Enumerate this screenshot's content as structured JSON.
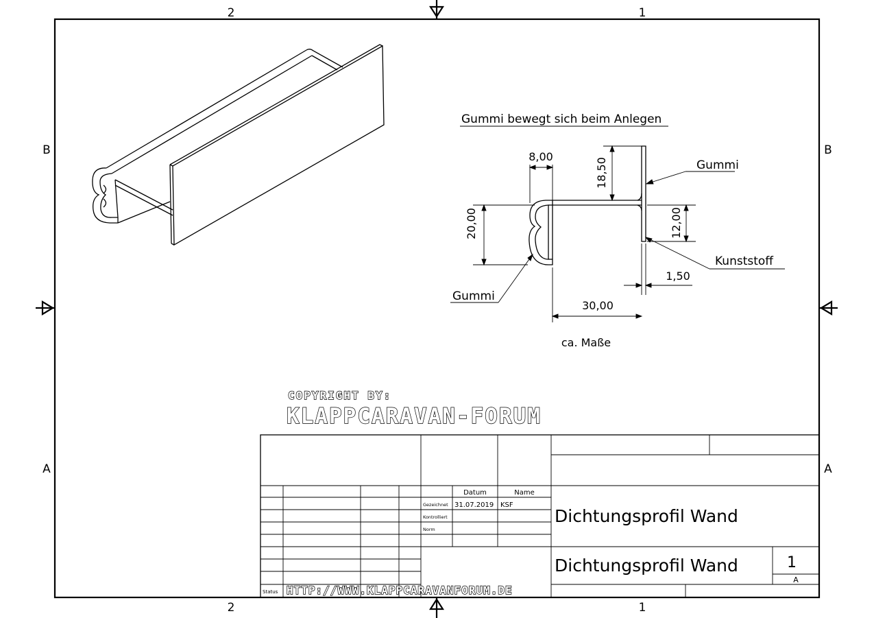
{
  "frame": {
    "zones_top": [
      "2",
      "1"
    ],
    "zones_bottom": [
      "2",
      "1"
    ],
    "zones_left": [
      "B",
      "A"
    ],
    "zones_right": [
      "B",
      "A"
    ]
  },
  "annotations": {
    "heading": "Gummi bewegt sich beim Anlegen",
    "label_gummi_top": "Gummi",
    "label_gummi_bottom": "Gummi",
    "label_kunststoff": "Kunststoff",
    "note": "ca. Maße"
  },
  "dimensions": {
    "width_top": "8,00",
    "height_upper": "18,50",
    "height_left": "20,00",
    "height_right": "12,00",
    "thickness": "1,50",
    "width_total": "30,00"
  },
  "watermark": {
    "line1": "COPYRIGHT BY:",
    "line2": "KLAPPCARAVAN-FORUM",
    "url": "HTTP://WWW.KLAPPCARAVANFORUM.DE"
  },
  "title_block": {
    "col_datum": "Datum",
    "col_name": "Name",
    "row_gezeichnet": "Gezeichnet",
    "row_kontrolliert": "Kontrolliert",
    "row_norm": "Norm",
    "date": "31.07.2019",
    "name": "KSF",
    "title": "Dichtungsprofil Wand",
    "drawing_name": "Dichtungsprofil Wand",
    "sheet": "1",
    "revision": "A",
    "status": "Status"
  }
}
